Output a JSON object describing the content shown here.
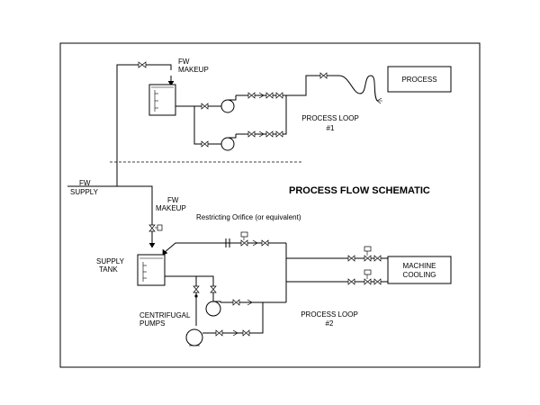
{
  "title": "PROCESS FLOW SCHEMATIC",
  "labels": {
    "fw_makeup_top_1": "FW",
    "fw_makeup_top_2": "MAKEUP",
    "process_box": "PROCESS",
    "process_loop1_1": "PROCESS LOOP",
    "process_loop1_2": "#1",
    "fw_supply_1": "FW",
    "fw_supply_2": "SUPPLY",
    "fw_makeup_bottom_1": "FW",
    "fw_makeup_bottom_2": "MAKEUP",
    "restricting_orifice": "Restricting Orifice (or equivalent)",
    "supply_tank_1": "SUPPLY",
    "supply_tank_2": "TANK",
    "machine_cooling_1": "MACHINE",
    "machine_cooling_2": "COOLING",
    "centrifugal_pumps_1": "CENTRIFUGAL",
    "centrifugal_pumps_2": "PUMPS",
    "process_loop2_1": "PROCESS LOOP",
    "process_loop2_2": "#2"
  }
}
